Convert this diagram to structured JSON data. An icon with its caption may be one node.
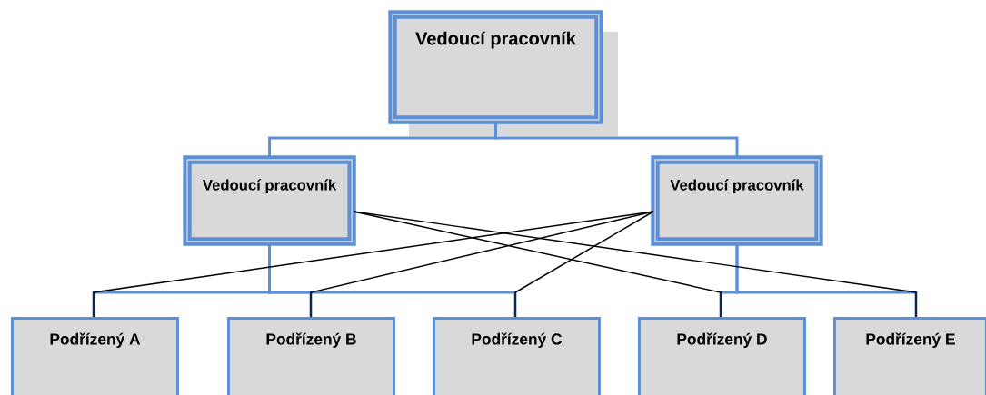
{
  "diagram": {
    "nodes": [
      {
        "text": [
          "Vedoucí pracovník"
        ]
      },
      {
        "text": [
          "Vedoucí pracovník"
        ]
      },
      {
        "text": [
          "Vedoucí pracovník"
        ]
      },
      {
        "text": [
          "Podřízený A"
        ]
      },
      {
        "text": [
          "Podřízený B"
        ]
      },
      {
        "text": [
          "Podřízený C"
        ]
      },
      {
        "text": [
          "Podřízený D"
        ]
      },
      {
        "text": [
          "Podřízený E"
        ]
      }
    ],
    "edges": [
      {
        "from": 0,
        "to": 1,
        "arrow": "none"
      },
      {
        "from": 0,
        "to": 2,
        "arrow": "none"
      },
      {
        "from": 1,
        "to": 3,
        "arrow": "none"
      },
      {
        "from": 1,
        "to": 4,
        "arrow": "none"
      },
      {
        "from": 1,
        "to": 5,
        "arrow": "none"
      },
      {
        "from": 2,
        "to": 6,
        "arrow": "none"
      },
      {
        "from": 2,
        "to": 7,
        "arrow": "none"
      },
      {
        "from": 2,
        "to": 3,
        "arrow": "none",
        "color": "#000000"
      },
      {
        "from": 2,
        "to": 4,
        "arrow": "none",
        "color": "#000000"
      },
      {
        "from": 2,
        "to": 5,
        "arrow": "none",
        "color": "#000000"
      },
      {
        "from": 1,
        "to": 6,
        "arrow": "none",
        "color": "#000000"
      },
      {
        "from": 1,
        "to": 7,
        "arrow": "none",
        "color": "#000000"
      }
    ]
  }
}
